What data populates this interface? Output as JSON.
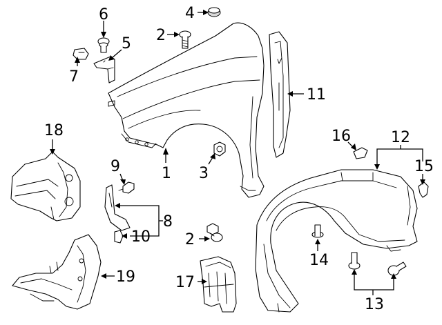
{
  "callouts": {
    "c1": "1",
    "c2a": "2",
    "c2b": "2",
    "c3": "3",
    "c4": "4",
    "c5": "5",
    "c6": "6",
    "c7": "7",
    "c8": "8",
    "c9": "9",
    "c10": "10",
    "c11": "11",
    "c12": "12",
    "c13": "13",
    "c14": "14",
    "c15": "15",
    "c16": "16",
    "c17": "17",
    "c18": "18",
    "c19": "19"
  }
}
